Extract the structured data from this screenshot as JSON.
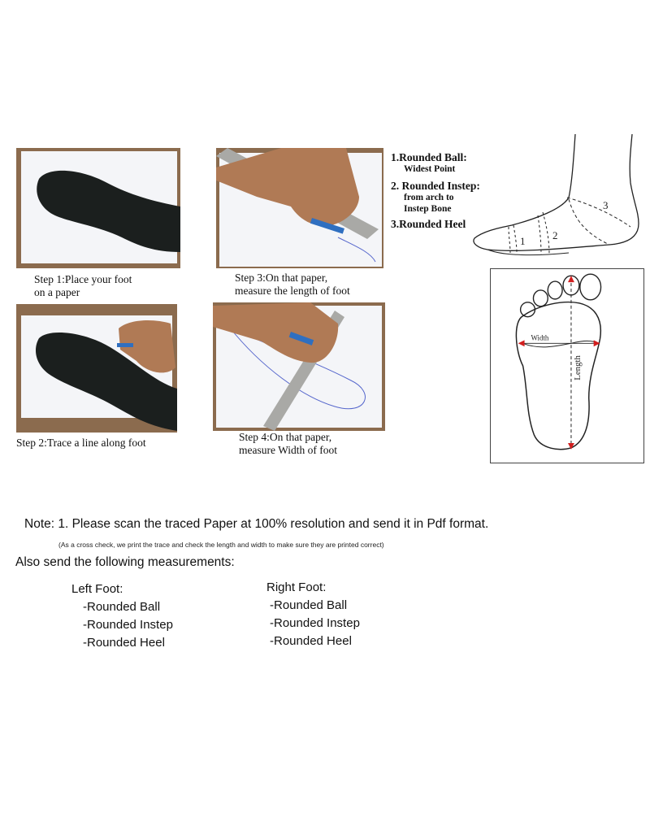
{
  "steps": {
    "step1": {
      "line1": "Step 1:Place your foot",
      "line2": "on a paper"
    },
    "step2": {
      "line1": "Step 2:Trace a line along foot"
    },
    "step3": {
      "line1": "Step 3:On that paper,",
      "line2": "measure the length of foot"
    },
    "step4": {
      "line1": "Step 4:On that paper,",
      "line2": "measure Width of foot"
    }
  },
  "legend": {
    "item1_title": "1.Rounded Ball:",
    "item1_sub": "Widest Point",
    "item2_title": "2. Rounded Instep:",
    "item2_sub1": "from arch to",
    "item2_sub2": "Instep Bone",
    "item3_title": "3.Rounded Heel"
  },
  "side_diagram": {
    "n1": "1",
    "n2": "2",
    "n3": "3"
  },
  "sole_diagram": {
    "width_label": "Width",
    "length_label": "Length"
  },
  "note": {
    "main": "Note: 1. Please scan the traced Paper at 100% resolution and send it in Pdf format.",
    "sub": "(As a cross check, we print the trace and check the length and width to make sure they are printed correct)",
    "also": "Also send the following measurements:"
  },
  "left_foot": {
    "title": "Left Foot:",
    "items": [
      "-Rounded Ball",
      "-Rounded Instep",
      "-Rounded Heel"
    ]
  },
  "right_foot": {
    "title": "Right Foot:",
    "items": [
      "-Rounded Ball",
      "-Rounded Instep",
      "-Rounded Heel"
    ]
  },
  "colors": {
    "table": "#8b6b4e",
    "paper": "#f4f5f8",
    "sock": "#1b1f1e",
    "skin": "#b07a55",
    "ruler": "#a9a9a6",
    "pen": "#2f6fc0",
    "trace": "#5566cc",
    "arrow": "#d21f1f"
  }
}
